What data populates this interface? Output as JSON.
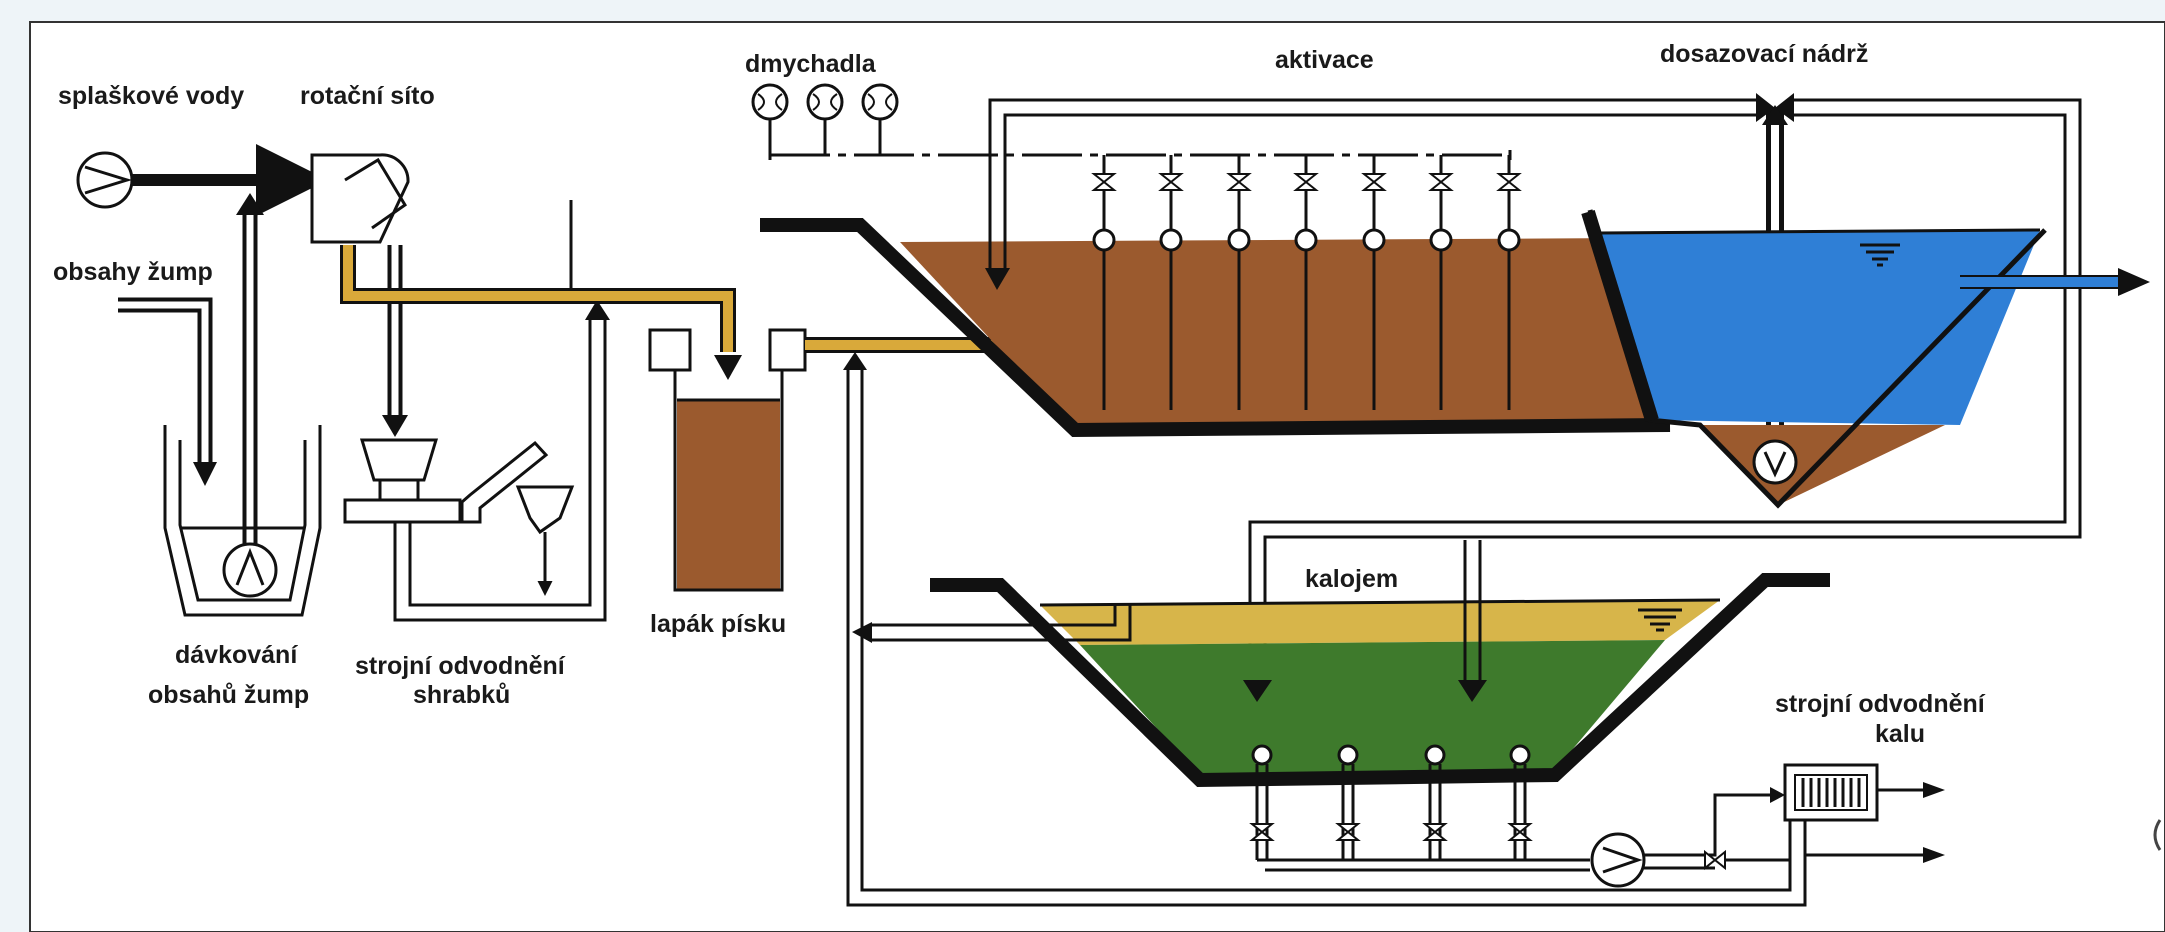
{
  "labels": {
    "splaskove_vody": "splaškové vody",
    "rotacni_sito": "rotační síto",
    "obsahy_zump": "obsahy žump",
    "davkovani_line1": "dávkování",
    "davkovani_line2": "obsahů žump",
    "strojni_shrabku_line1": "strojní odvodnění",
    "strojni_shrabku_line2": "shrabků",
    "lapak_pisku": "lapák písku",
    "dmychadla": "dmychadla",
    "aktivace": "aktivace",
    "dosazovaci_nadrz": "dosazovací nádrž",
    "kalojem": "kalojem",
    "strojni_kalu_line1": "strojní odvodnění",
    "strojni_kalu_line2": "kalu"
  },
  "colors": {
    "background": "#eef4f8",
    "sheet": "#ffffff",
    "activation_sludge": "#9b5a2e",
    "clarifier_water": "#2f7fd6",
    "sludge_tank": "#3e7a2c",
    "sludge_surface": "#d7b54a",
    "yellow_pipe": "#d9a93a",
    "outline": "#111111"
  }
}
